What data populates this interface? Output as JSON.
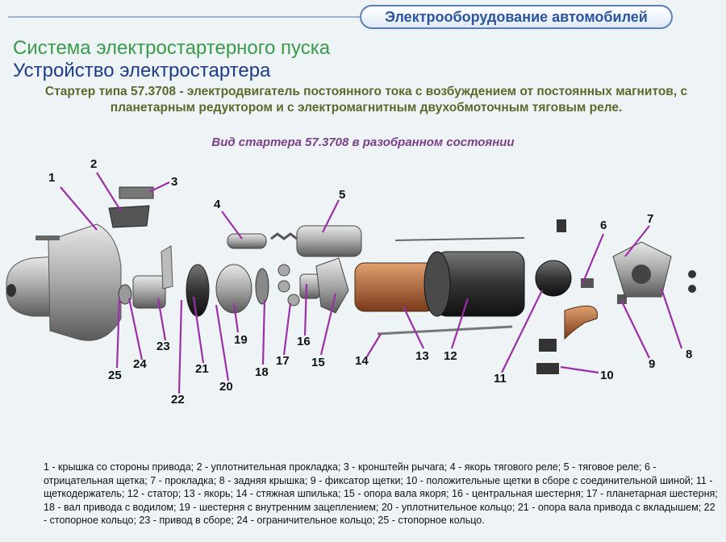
{
  "header": {
    "badge": "Электрооборудование автомобилей"
  },
  "title": "Система электростартерного пуска",
  "subtitle": "Устройство электростартера",
  "description": "Стартер типа 57.3708 - электродвигатель постоянного тока с возбуждением от постоянных магнитов, с планетарным редуктором и с электромагнитным двухобмоточным тяговым реле.",
  "caption": "Вид стартера 57.3708 в разобранном состоянии",
  "parts": {
    "p1": "1",
    "p2": "2",
    "p3": "3",
    "p4": "4",
    "p5": "5",
    "p6": "6",
    "p7": "7",
    "p8": "8",
    "p9": "9",
    "p10": "10",
    "p11": "11",
    "p12": "12",
    "p13": "13",
    "p14": "14",
    "p15": "15",
    "p16": "16",
    "p17": "17",
    "p18": "18",
    "p19": "19",
    "p20": "20",
    "p21": "21",
    "p22": "22",
    "p23": "23",
    "p24": "24",
    "p25": "25"
  },
  "legend": "1 - крышка со стороны привода;  2 - уплотнительная прокладка;  3  -  кронштейн  рычага;  4 - якорь тягового реле;  5 - тяговое реле;  6  -  отрицательная  щетка;  7 - прокладка;  8  - задняя  крышка;    9 - фиксатор  щетки;   10   -  положительные  щетки  в  сборе  с соединительной шиной;  11  - щеткодержатель;  12 - статор;  13 - якорь;  14 - стяжная шпилька;  15 - опора вала якоря;  16 - центральная шестерня;  17 - планетарная шестерня;  18 - вал привода с водилом;  19 - шестерня с внутренним зацеплением;  20 - уплотнительное кольцо;   21  - опора вала привода с вкладышем;  22 - стопорное кольцо;  23  - привод в сборе;  24 - ограничительное кольцо;  25 - стопорное кольцо.",
  "colors": {
    "leader": "#9b2fa8",
    "title_green": "#3a9a4a",
    "title_blue": "#1f3c88"
  }
}
